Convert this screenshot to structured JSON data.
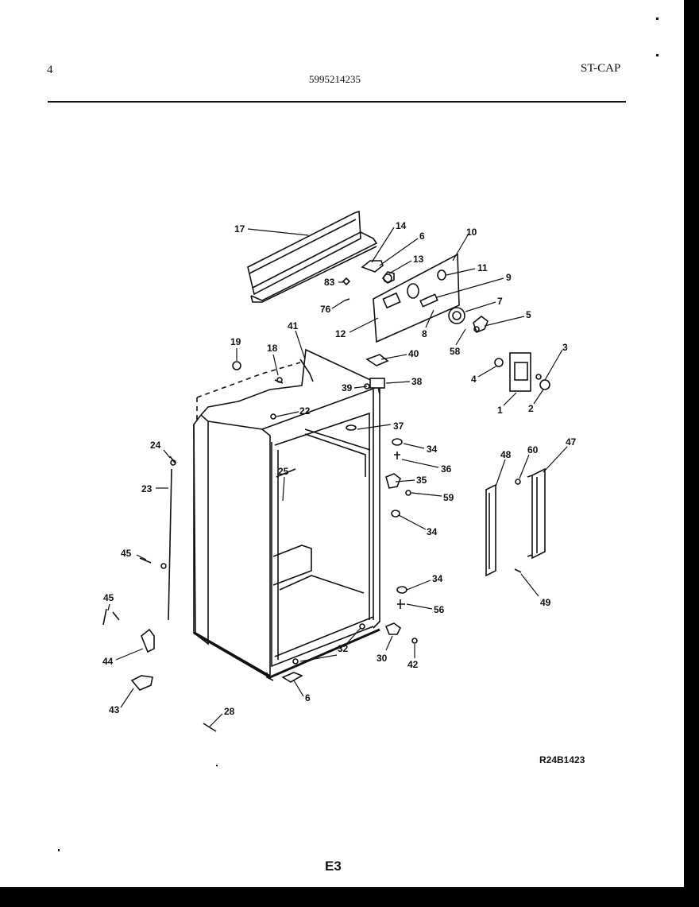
{
  "header": {
    "page_number": "4",
    "part_number": "5995214235",
    "model_code": "ST-CAP"
  },
  "diagram": {
    "code": "R24B1423",
    "callouts": [
      "17",
      "14",
      "6",
      "13",
      "10",
      "11",
      "83",
      "9",
      "76",
      "7",
      "12",
      "8",
      "5",
      "58",
      "41",
      "19",
      "18",
      "40",
      "3",
      "4",
      "39",
      "38",
      "1",
      "2",
      "22",
      "37",
      "24",
      "34",
      "36",
      "48",
      "60",
      "47",
      "23",
      "25",
      "35",
      "59",
      "45",
      "34",
      "34",
      "56",
      "49",
      "45",
      "32",
      "30",
      "42",
      "44",
      "43",
      "6",
      "28"
    ]
  },
  "footer": {
    "page_label": "E3"
  }
}
